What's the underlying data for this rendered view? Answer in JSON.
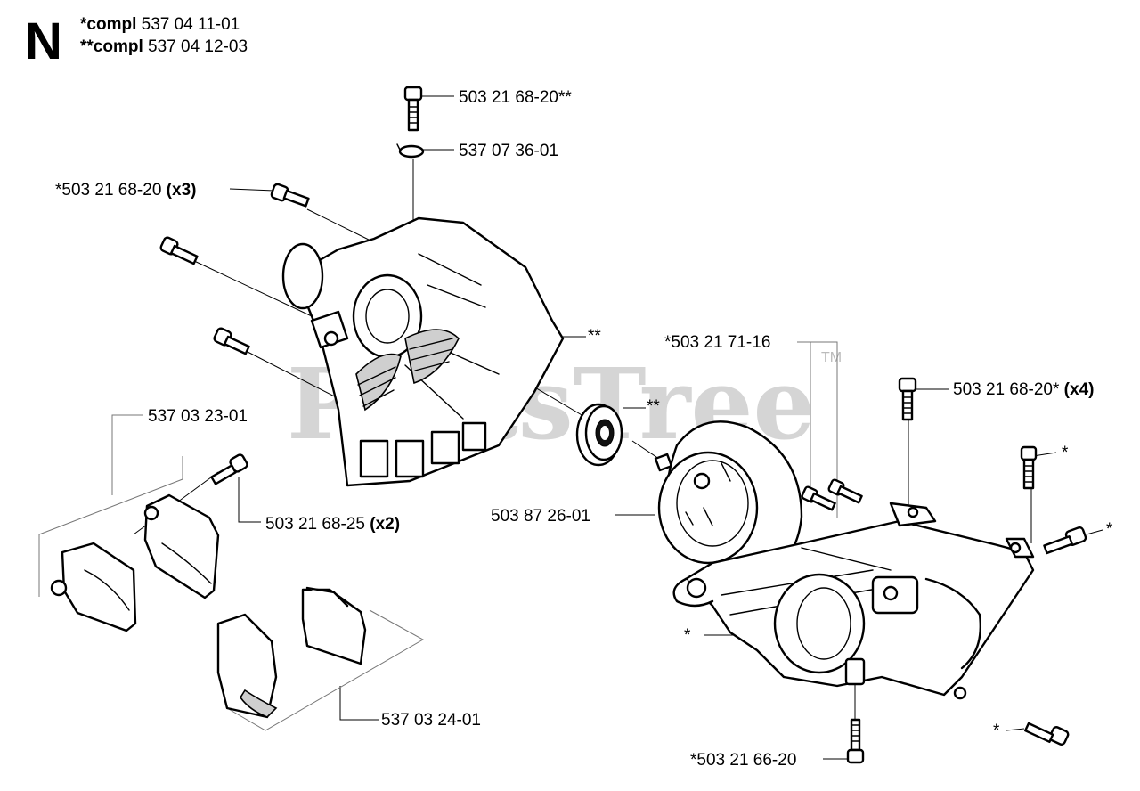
{
  "section_letter": "N",
  "compl_lines": [
    {
      "prefix": "*compl",
      "number": "537 04 11-01"
    },
    {
      "prefix": "**compl",
      "number": "537 04 12-03"
    }
  ],
  "watermark": {
    "text": "PartsTree",
    "tm": "TM"
  },
  "labels": {
    "screw_top": "503 21 68-20**",
    "retainer": "537 07 36-01",
    "screw_x3_num": "*503 21 68-20",
    "screw_x3_qty": "(x3)",
    "housing_mark": "**",
    "bearing_mark": "**",
    "screw_71_16": "*503 21 71-16",
    "screw_x4_num": "503 21 68-20*",
    "screw_x4_qty": "(x4)",
    "clamp_upper": "537 03 23-01",
    "screw_x2_num": "503 21 68-25",
    "screw_x2_qty": "(x2)",
    "drum": "503 87 26-01",
    "star_right_1": "*",
    "star_right_2": "*",
    "star_left": "*",
    "star_bottom": "*",
    "clamp_lower": "537 03 24-01",
    "screw_bottom": "*503 21 66-20"
  }
}
